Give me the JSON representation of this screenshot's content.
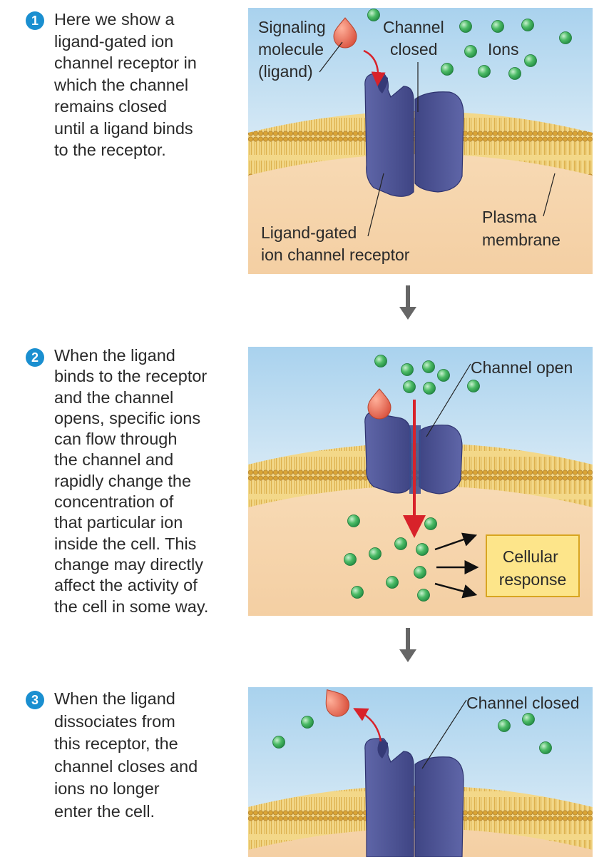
{
  "steps": [
    {
      "number": "1",
      "text": "Here we show a ligand-gated ion channel receptor in which the channel remains closed until a ligand binds to the receptor.",
      "lines": [
        "Here we show a",
        "ligand-gated ion",
        "channel receptor in",
        "which the channel",
        "remains closed",
        "until a ligand binds",
        "to the receptor."
      ]
    },
    {
      "number": "2",
      "text": "When the ligand binds to the receptor and the channel opens, specific ions can flow through the channel and rapidly change the concentration of that particular ion inside the cell. This change may directly affect the activity of the cell in some way.",
      "lines": [
        "When the ligand",
        "binds to the receptor",
        "and the channel",
        "opens, specific ions",
        "can flow through",
        "the channel and",
        "rapidly change the",
        "concentration of",
        "that particular ion",
        "inside the cell. This",
        "change may directly",
        "affect the activity of",
        "the cell in some way."
      ]
    },
    {
      "number": "3",
      "text": "When the ligand dissociates from this receptor, the channel closes and ions no longer enter the cell.",
      "lines": [
        "When the ligand",
        "dissociates from",
        "this receptor, the",
        "channel closes and",
        "ions no longer",
        "enter the cell."
      ]
    }
  ],
  "panel1": {
    "signaling_molecule_lines": [
      "Signaling",
      "molecule",
      "(ligand)"
    ],
    "channel_closed_lines": [
      "Channel",
      "closed"
    ],
    "ions": "Ions",
    "plasma_membrane_lines": [
      "Plasma",
      "membrane"
    ],
    "receptor_lines": [
      "Ligand-gated",
      "ion channel receptor"
    ]
  },
  "panel2": {
    "channel_open": "Channel open",
    "cellular_response_lines": [
      "Cellular",
      "response"
    ]
  },
  "panel3": {
    "channel_closed": "Channel closed"
  },
  "colors": {
    "step_badge": "#1a8fd0",
    "receptor": "#4e5598",
    "ligand": "#e8735e",
    "ion": "#3fae5c",
    "red_arrow": "#d8222a",
    "membrane": "#e6b94e",
    "response_box": "#fde58a"
  }
}
